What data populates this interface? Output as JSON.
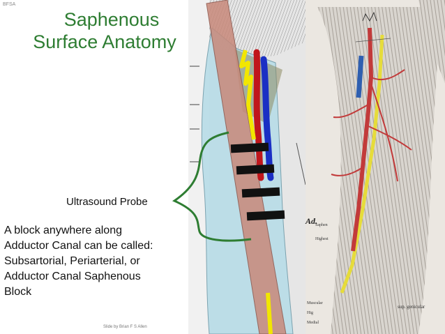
{
  "corner_tag": "BFSA",
  "title": {
    "line1": "Saphenous",
    "line2": "Surface Anatomy"
  },
  "probe_label": "Ultrasound Probe",
  "block_text": {
    "line1": "A block anywhere along",
    "line2": "Adductor Canal can be called:",
    "line3": "Subsartorial, Periarterial, or",
    "line4": "Adductor Canal Saphenous",
    "line5": "Block"
  },
  "credit": "Slide by Brian F S Allen",
  "plate_labels": {
    "ad": "Ad.",
    "sup_genicular": "sup. genicular",
    "left_a": "Saphen",
    "left_b": "Highest",
    "left_c": "Muscular",
    "left_d": "Hig",
    "left_e": "Medial"
  },
  "colors": {
    "title": "#2e7d32",
    "bracket": "#2e7d32",
    "artery": "#c0161c",
    "vein": "#1a2fc4",
    "nerve": "#f2e600",
    "sartorius": "#c8897a",
    "thigh_overlay": "#b8dde8",
    "probe": "#111111"
  }
}
